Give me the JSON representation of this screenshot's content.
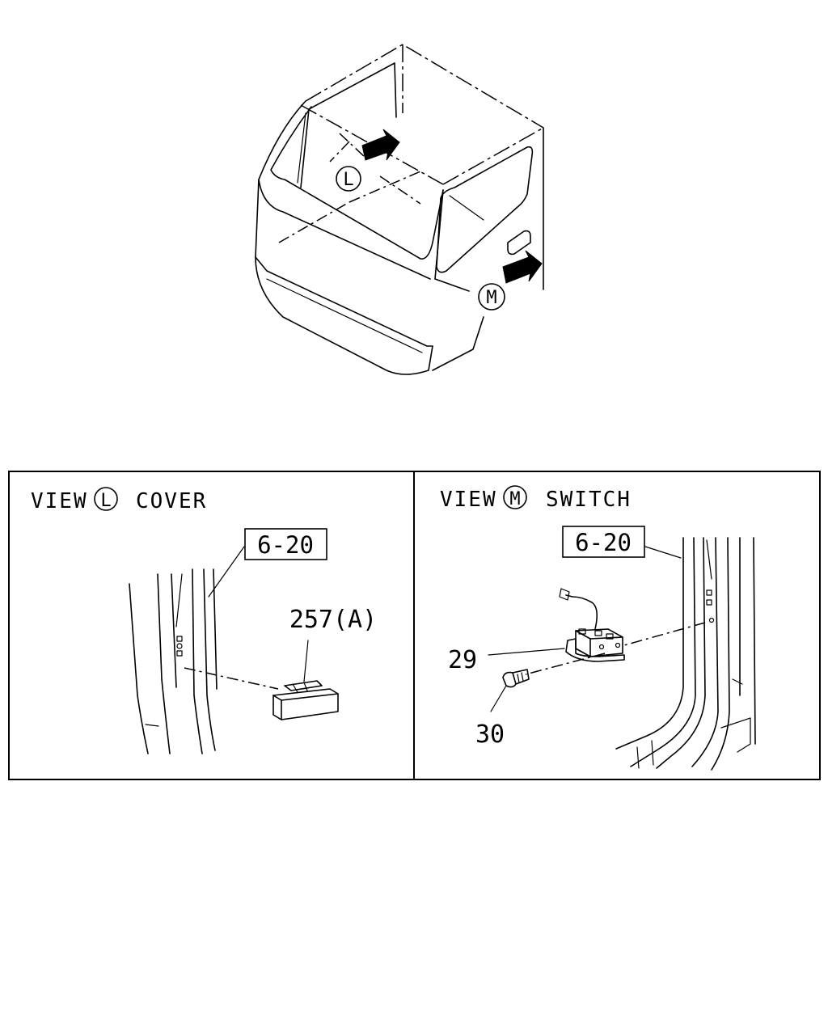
{
  "overview": {
    "view_l_marker": "L",
    "view_m_marker": "M"
  },
  "panel_l": {
    "prefix": "VIEW",
    "marker": "L",
    "title": "COVER",
    "ref_box": "6-20",
    "part_label": "257(A)"
  },
  "panel_m": {
    "prefix": "VIEW",
    "marker": "M",
    "title": "SWITCH",
    "ref_box": "6-20",
    "part_switch": "29",
    "part_bolt": "30"
  }
}
